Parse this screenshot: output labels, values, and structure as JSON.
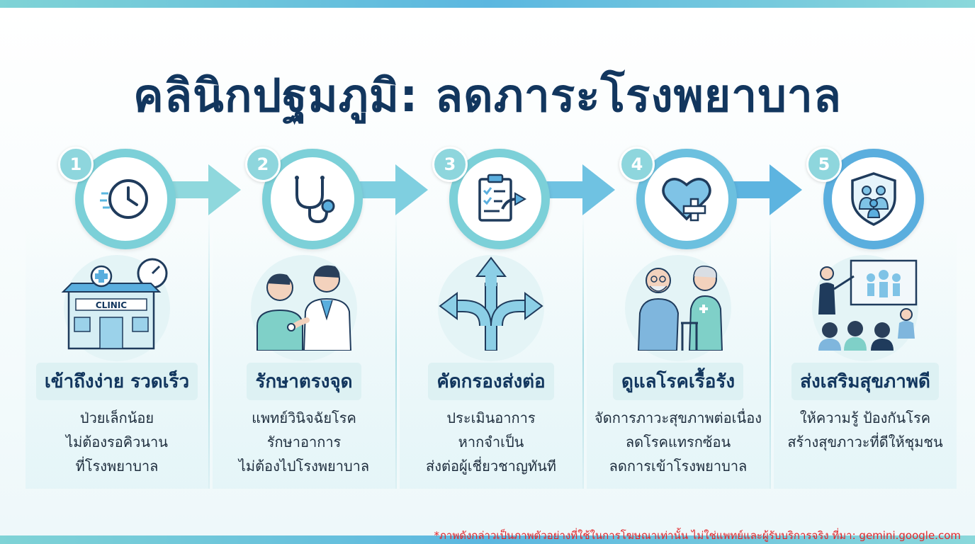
{
  "title": "คลินิกปฐมภูมิ: ลดภาระโรงพยาบาล",
  "colors": {
    "navy": "#12365e",
    "teal": "#7cd0d8",
    "blue": "#5aaede",
    "footnote": "#e3262a"
  },
  "steps": [
    {
      "number": "1",
      "icon": "clock-icon",
      "illustration": "clinic-building-illustration",
      "clinic_sign": "CLINIC",
      "label": "เข้าถึงง่าย รวดเร็ว",
      "lines": [
        "ป่วยเล็กน้อย",
        "ไม่ต้องรอคิวนาน",
        "ที่โรงพยาบาล"
      ]
    },
    {
      "number": "2",
      "icon": "stethoscope-icon",
      "illustration": "doctor-patient-illustration",
      "label": "รักษาตรงจุด",
      "lines": [
        "แพทย์วินิจฉัยโรค",
        "รักษาอาการ",
        "ไม่ต้องไปโรงพยาบาล"
      ]
    },
    {
      "number": "3",
      "icon": "clipboard-referral-icon",
      "illustration": "split-arrows-illustration",
      "label": "คัดกรองส่งต่อ",
      "lines": [
        "ประเมินอาการ",
        "หากจำเป็น",
        "ส่งต่อผู้เชี่ยวชาญทันที"
      ]
    },
    {
      "number": "4",
      "icon": "heart-plus-icon",
      "illustration": "elderly-care-illustration",
      "label": "ดูแลโรคเรื้อรัง",
      "lines": [
        "จัดการภาวะสุขภาพต่อเนื่อง",
        "ลดโรคแทรกซ้อน",
        "ลดการเข้าโรงพยาบาล"
      ]
    },
    {
      "number": "5",
      "icon": "family-shield-icon",
      "illustration": "health-education-illustration",
      "label": "ส่งเสริมสุขภาพดี",
      "lines": [
        "ให้ความรู้ ป้องกันโรค",
        "สร้างสุขภาวะที่ดีให้ชุมชน"
      ]
    }
  ],
  "footnote": "*ภาพดังกล่าวเป็นภาพตัวอย่างที่ใช้ในการโฆษณาเท่านั้น ไม่ใช่แพทย์และผู้รับบริการจริง ที่มา: gemini.google.com"
}
